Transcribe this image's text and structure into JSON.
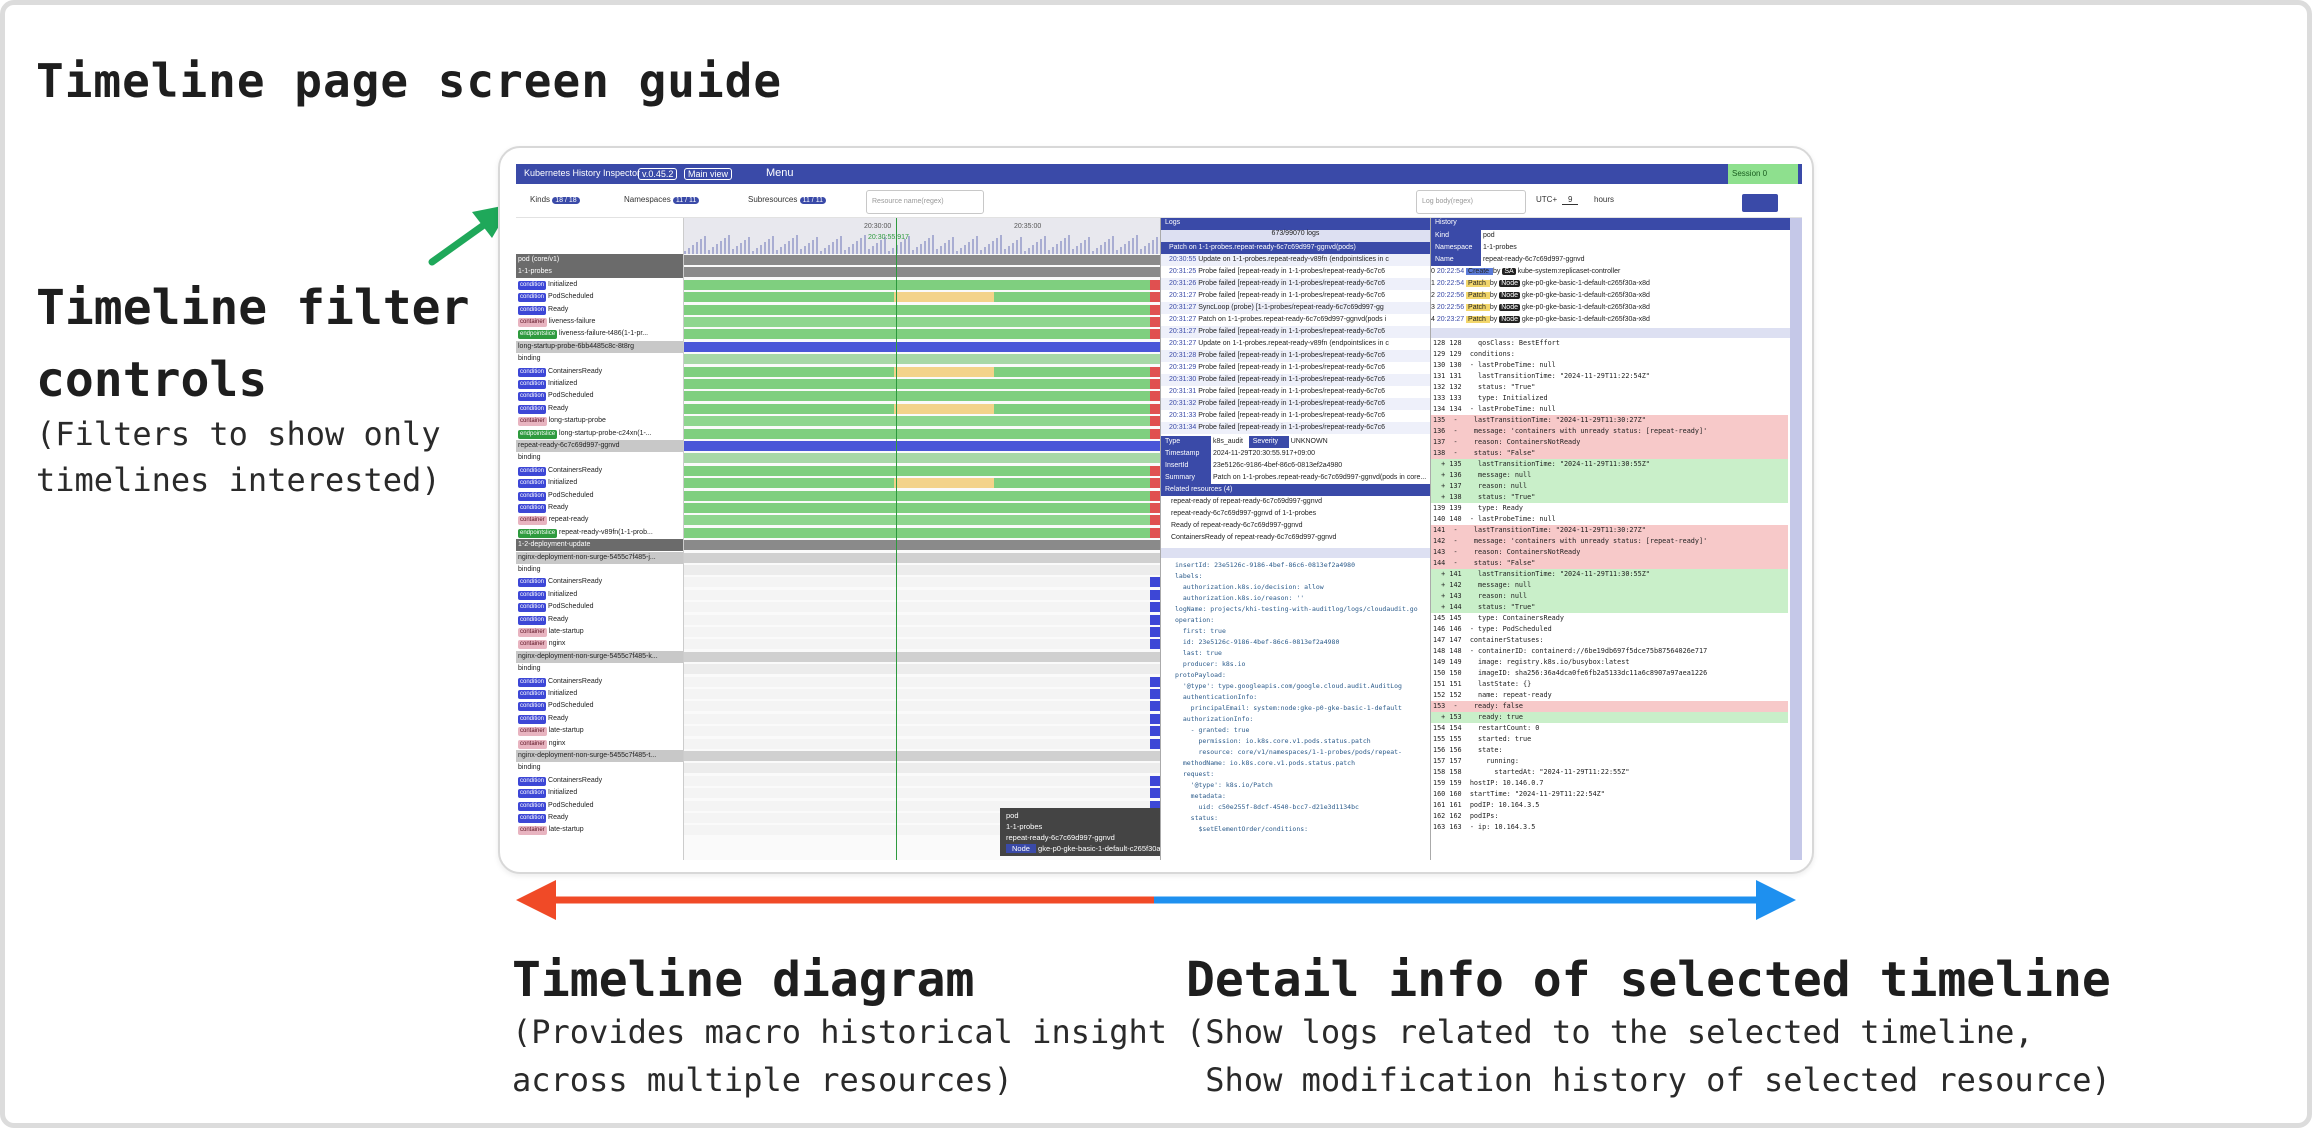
{
  "page": {
    "title": "Timeline page screen guide"
  },
  "callouts": {
    "filter": {
      "heading_line1": "Timeline filter",
      "heading_line2": "controls",
      "desc_line1": "(Filters to show only",
      "desc_line2": "timelines interested)"
    },
    "timeline": {
      "heading": "Timeline diagram",
      "desc_line1": "(Provides macro historical insight",
      "desc_line2": "across multiple resources)"
    },
    "detail": {
      "heading": "Detail info of selected timeline",
      "desc_line1": "(Show logs related to the selected timeline,",
      "desc_line2": " Show modification history of selected resource)"
    }
  },
  "colors": {
    "arrow_green": "#1fa85a",
    "arrow_red": "#f04a27",
    "arrow_blue": "#1e90ef",
    "accent": "#3a4aa8"
  },
  "app": {
    "app_name": "Kubernetes History Inspector",
    "version": "v.0.45.2",
    "main_view": "Main view",
    "menu": "Menu",
    "session": "Session 0",
    "filters": {
      "kinds_label": "Kinds",
      "kinds_count": "18 / 18",
      "namespaces_label": "Namespaces",
      "namespaces_count": "11 / 11",
      "subresources_label": "Subresources",
      "subresources_count": "11 / 11",
      "resource_placeholder": "Resource name(regex)",
      "log_placeholder": "Log body(regex)",
      "utc_label": "UTC+",
      "utc_value": "9",
      "hours_label": "hours"
    },
    "ruler": {
      "t1": "20:30:00",
      "t2": "20:35:00",
      "cursor": "20:30:55.917"
    },
    "timeline_rows": [
      {
        "kind": "group",
        "label": "pod (core/v1)"
      },
      {
        "kind": "group",
        "label": "1-1-probes"
      },
      {
        "tag": "condition",
        "label": "Initialized"
      },
      {
        "tag": "condition",
        "label": "PodScheduled"
      },
      {
        "tag": "condition",
        "label": "Ready"
      },
      {
        "tag": "container",
        "label": "liveness-failure"
      },
      {
        "tag": "endpointslice",
        "label": "liveness-failure-t486(1-1-pr..."
      },
      {
        "kind": "sub",
        "label": "long-startup-probe-6bb4485c8c-8t8rg"
      },
      {
        "kind": "plain",
        "label": "binding"
      },
      {
        "tag": "condition",
        "label": "ContainersReady"
      },
      {
        "tag": "condition",
        "label": "Initialized"
      },
      {
        "tag": "condition",
        "label": "PodScheduled"
      },
      {
        "tag": "condition",
        "label": "Ready"
      },
      {
        "tag": "container",
        "label": "long-startup-probe"
      },
      {
        "tag": "endpointslice",
        "label": "long-startup-probe-c24xn(1-..."
      },
      {
        "kind": "sub",
        "label": "repeat-ready-6c7c69d997-ggnvd"
      },
      {
        "kind": "plain",
        "label": "binding"
      },
      {
        "tag": "condition",
        "label": "ContainersReady"
      },
      {
        "tag": "condition",
        "label": "Initialized"
      },
      {
        "tag": "condition",
        "label": "PodScheduled"
      },
      {
        "tag": "condition",
        "label": "Ready"
      },
      {
        "tag": "container",
        "label": "repeat-ready"
      },
      {
        "tag": "endpointslice",
        "label": "repeat-ready-v89fn(1-1-prob..."
      },
      {
        "kind": "group",
        "label": "1-2-deployment-update"
      },
      {
        "kind": "sub",
        "label": "nginx-deployment-non-surge-5455c7f485-j..."
      },
      {
        "kind": "plain",
        "label": "binding"
      },
      {
        "tag": "condition",
        "label": "ContainersReady"
      },
      {
        "tag": "condition",
        "label": "Initialized"
      },
      {
        "tag": "condition",
        "label": "PodScheduled"
      },
      {
        "tag": "condition",
        "label": "Ready"
      },
      {
        "tag": "container",
        "label": "late-startup"
      },
      {
        "tag": "container",
        "label": "nginx"
      },
      {
        "kind": "sub",
        "label": "nginx-deployment-non-surge-5455c7f485-k..."
      },
      {
        "kind": "plain",
        "label": "binding"
      },
      {
        "tag": "condition",
        "label": "ContainersReady"
      },
      {
        "tag": "condition",
        "label": "Initialized"
      },
      {
        "tag": "condition",
        "label": "PodScheduled"
      },
      {
        "tag": "condition",
        "label": "Ready"
      },
      {
        "tag": "container",
        "label": "late-startup"
      },
      {
        "tag": "container",
        "label": "nginx"
      },
      {
        "kind": "sub",
        "label": "nginx-deployment-non-surge-5455c7f485-t..."
      },
      {
        "kind": "plain",
        "label": "binding"
      },
      {
        "tag": "condition",
        "label": "ContainersReady"
      },
      {
        "tag": "condition",
        "label": "Initialized"
      },
      {
        "tag": "condition",
        "label": "PodScheduled"
      },
      {
        "tag": "condition",
        "label": "Ready"
      },
      {
        "tag": "container",
        "label": "late-startup"
      }
    ],
    "tooltip": {
      "line1": "pod",
      "line2": "1-1-probes",
      "line3": "repeat-ready-6c7c69d997-ggnvd",
      "node_label": "Node",
      "node_value": "gke-p0-gke-basic-1-default-c265f30a-x8d"
    },
    "logs": {
      "header": "Logs",
      "count": "673/99070 logs",
      "selected": "Patch on 1-1-probes.repeat-ready-6c7c69d997-ggnvd(pods)",
      "lines": [
        {
          "ts": "20:30:55",
          "msg": "Update on 1-1-probes.repeat-ready-v89fn (endpointslices in c"
        },
        {
          "ts": "20:31:25",
          "msg": "Probe failed [repeat-ready in 1-1-probes/repeat-ready-6c7c6"
        },
        {
          "ts": "20:31:26",
          "msg": "Probe failed [repeat-ready in 1-1-probes/repeat-ready-6c7c6"
        },
        {
          "ts": "20:31:27",
          "msg": "Probe failed [repeat-ready in 1-1-probes/repeat-ready-6c7c6"
        },
        {
          "ts": "20:31:27",
          "msg": "SyncLoop (probe) [1-1-probes/repeat-ready-6c7c69d997-gg"
        },
        {
          "ts": "20:31:27",
          "msg": "Patch on 1-1-probes.repeat-ready-6c7c69d997-ggnvd(pods i"
        },
        {
          "ts": "20:31:27",
          "msg": "Probe failed [repeat-ready in 1-1-probes/repeat-ready-6c7c6"
        },
        {
          "ts": "20:31:27",
          "msg": "Update on 1-1-probes.repeat-ready-v89fn (endpointslices in c"
        },
        {
          "ts": "20:31:28",
          "msg": "Probe failed [repeat-ready in 1-1-probes/repeat-ready-6c7c6"
        },
        {
          "ts": "20:31:29",
          "msg": "Probe failed [repeat-ready in 1-1-probes/repeat-ready-6c7c6"
        },
        {
          "ts": "20:31:30",
          "msg": "Probe failed [repeat-ready in 1-1-probes/repeat-ready-6c7c6"
        },
        {
          "ts": "20:31:31",
          "msg": "Probe failed [repeat-ready in 1-1-probes/repeat-ready-6c7c6"
        },
        {
          "ts": "20:31:32",
          "msg": "Probe failed [repeat-ready in 1-1-probes/repeat-ready-6c7c6"
        },
        {
          "ts": "20:31:33",
          "msg": "Probe failed [repeat-ready in 1-1-probes/repeat-ready-6c7c6"
        },
        {
          "ts": "20:31:34",
          "msg": "Probe failed [repeat-ready in 1-1-probes/repeat-ready-6c7c6"
        }
      ],
      "detail": {
        "type_label": "Type",
        "type_value": "k8s_audit",
        "severity_label": "Severity",
        "severity_value": "UNKNOWN",
        "timestamp_label": "Timestamp",
        "timestamp_value": "2024-11-29T20:30:55.917+09:00",
        "insertid_label": "InsertId",
        "insertid_value": "23e5126c-9186-4bef-86c6-0813ef2a4980",
        "summary_label": "Summary",
        "summary_value": "Patch on 1-1-probes.repeat-ready-6c7c69d997-ggnvd(pods in core...",
        "related_label": "Related resources (4)",
        "related": [
          "repeat-ready of repeat-ready-6c7c69d997-ggnvd",
          "repeat-ready-6c7c69d997-ggnvd of 1-1-probes",
          "Ready of repeat-ready-6c7c69d997-ggnvd",
          "ContainersReady of repeat-ready-6c7c69d997-ggnvd"
        ]
      },
      "code": [
        "insertId: 23e5126c-9186-4bef-86c6-0813ef2a4980",
        "labels:",
        "  authorization.k8s.io/decision: allow",
        "  authorization.k8s.io/reason: ''",
        "logName: projects/khi-testing-with-auditlog/logs/cloudaudit.go",
        "operation:",
        "  first: true",
        "  id: 23e5126c-9186-4bef-86c6-0813ef2a4980",
        "  last: true",
        "  producer: k8s.io",
        "protoPayload:",
        "  '@type': type.googleapis.com/google.cloud.audit.AuditLog",
        "  authenticationInfo:",
        "    principalEmail: system:node:gke-p0-gke-basic-1-default",
        "  authorizationInfo:",
        "    - granted: true",
        "      permission: io.k8s.core.v1.pods.status.patch",
        "      resource: core/v1/namespaces/1-1-probes/pods/repeat-",
        "  methodName: io.k8s.core.v1.pods.status.patch",
        "  request:",
        "    '@type': k8s.io/Patch",
        "    metadata:",
        "      uid: c50e255f-8dcf-4540-bcc7-d21e3d1134bc",
        "    status:",
        "      $setElementOrder/conditions:"
      ]
    },
    "history": {
      "header": "History",
      "kind_label": "Kind",
      "kind_value": "pod",
      "namespace_label": "Namespace",
      "namespace_value": "1-1-probes",
      "name_label": "Name",
      "name_value": "repeat-ready-6c7c69d997-ggnvd",
      "revisions": [
        {
          "idx": "0",
          "ts": "20:22:54",
          "op": "Create",
          "by_tag": "SA",
          "by": "kube-system:replicaset-controller"
        },
        {
          "idx": "1",
          "ts": "20:22:54",
          "op": "Patch",
          "by_tag": "Node",
          "by": "gke-p0-gke-basic-1-default-c265f30a-x8d"
        },
        {
          "idx": "2",
          "ts": "20:22:56",
          "op": "Patch",
          "by_tag": "Node",
          "by": "gke-p0-gke-basic-1-default-c265f30a-x8d"
        },
        {
          "idx": "3",
          "ts": "20:22:56",
          "op": "Patch",
          "by_tag": "Node",
          "by": "gke-p0-gke-basic-1-default-c265f30a-x8d"
        },
        {
          "idx": "4",
          "ts": "20:23:27",
          "op": "Patch",
          "by_tag": "Node",
          "by": "gke-p0-gke-basic-1-default-c265f30a-x8d"
        }
      ],
      "yaml": [
        {
          "t": "",
          "s": "128 128    qosClass: BestEffort"
        },
        {
          "t": "",
          "s": "129 129  conditions:"
        },
        {
          "t": "",
          "s": "130 130  - lastProbeTime: null"
        },
        {
          "t": "",
          "s": "131 131    lastTransitionTime: \"2024-11-29T11:22:54Z\""
        },
        {
          "t": "",
          "s": "132 132    status: \"True\""
        },
        {
          "t": "",
          "s": "133 133    type: Initialized"
        },
        {
          "t": "",
          "s": "134 134  - lastProbeTime: null"
        },
        {
          "t": "del",
          "s": "135  -    lastTransitionTime: \"2024-11-29T11:30:27Z\""
        },
        {
          "t": "del",
          "s": "136  -    message: 'containers with unready status: [repeat-ready]'"
        },
        {
          "t": "del",
          "s": "137  -    reason: ContainersNotReady"
        },
        {
          "t": "del",
          "s": "138  -    status: \"False\""
        },
        {
          "t": "add",
          "s": "  + 135    lastTransitionTime: \"2024-11-29T11:30:55Z\""
        },
        {
          "t": "add",
          "s": "  + 136    message: null"
        },
        {
          "t": "add",
          "s": "  + 137    reason: null"
        },
        {
          "t": "add",
          "s": "  + 138    status: \"True\""
        },
        {
          "t": "",
          "s": "139 139    type: Ready"
        },
        {
          "t": "",
          "s": "140 140  - lastProbeTime: null"
        },
        {
          "t": "del",
          "s": "141  -    lastTransitionTime: \"2024-11-29T11:30:27Z\""
        },
        {
          "t": "del",
          "s": "142  -    message: 'containers with unready status: [repeat-ready]'"
        },
        {
          "t": "del",
          "s": "143  -    reason: ContainersNotReady"
        },
        {
          "t": "del",
          "s": "144  -    status: \"False\""
        },
        {
          "t": "add",
          "s": "  + 141    lastTransitionTime: \"2024-11-29T11:30:55Z\""
        },
        {
          "t": "add",
          "s": "  + 142    message: null"
        },
        {
          "t": "add",
          "s": "  + 143    reason: null"
        },
        {
          "t": "add",
          "s": "  + 144    status: \"True\""
        },
        {
          "t": "",
          "s": "145 145    type: ContainersReady"
        },
        {
          "t": "",
          "s": "146 146  - type: PodScheduled"
        },
        {
          "t": "",
          "s": "147 147  containerStatuses:"
        },
        {
          "t": "",
          "s": "148 148  - containerID: containerd://6be19db697f5dce75b87564026e717"
        },
        {
          "t": "",
          "s": "149 149    image: registry.k8s.io/busybox:latest"
        },
        {
          "t": "",
          "s": "150 150    imageID: sha256:36a4dca0fe6fb2a5133dc11a6c8907a97aea1226"
        },
        {
          "t": "",
          "s": "151 151    lastState: {}"
        },
        {
          "t": "",
          "s": "152 152    name: repeat-ready"
        },
        {
          "t": "del",
          "s": "153  -    ready: false"
        },
        {
          "t": "add",
          "s": "  + 153    ready: true"
        },
        {
          "t": "",
          "s": "154 154    restartCount: 0"
        },
        {
          "t": "",
          "s": "155 155    started: true"
        },
        {
          "t": "",
          "s": "156 156    state:"
        },
        {
          "t": "",
          "s": "157 157      running:"
        },
        {
          "t": "",
          "s": "158 158        startedAt: \"2024-11-29T11:22:55Z\""
        },
        {
          "t": "",
          "s": "159 159  hostIP: 10.146.0.7"
        },
        {
          "t": "",
          "s": "160 160  startTime: \"2024-11-29T11:22:54Z\""
        },
        {
          "t": "",
          "s": "161 161  podIP: 10.164.3.5"
        },
        {
          "t": "",
          "s": "162 162  podIPs:"
        },
        {
          "t": "",
          "s": "163 163  - ip: 10.164.3.5"
        }
      ]
    }
  }
}
